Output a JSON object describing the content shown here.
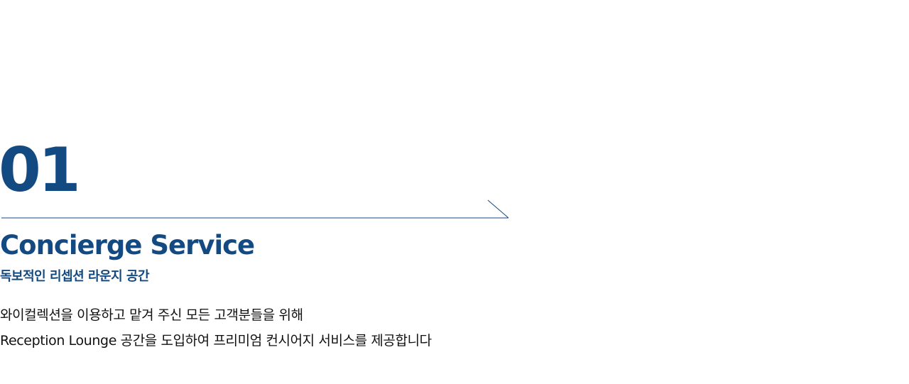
{
  "feature": {
    "number": "01",
    "title": "Concierge Service",
    "subtitle": "독보적인 리셉션 라운지 공간",
    "description_lines": [
      "와이컬렉션을 이용하고 맡겨 주신 모든 고객분들을 위해",
      "Reception Lounge 공간을 도입하여 프리미엄 컨시어지 서비스를 제공합니다"
    ]
  },
  "colors": {
    "accent": "#144a82",
    "body_text": "#111111",
    "background": "#ffffff"
  }
}
